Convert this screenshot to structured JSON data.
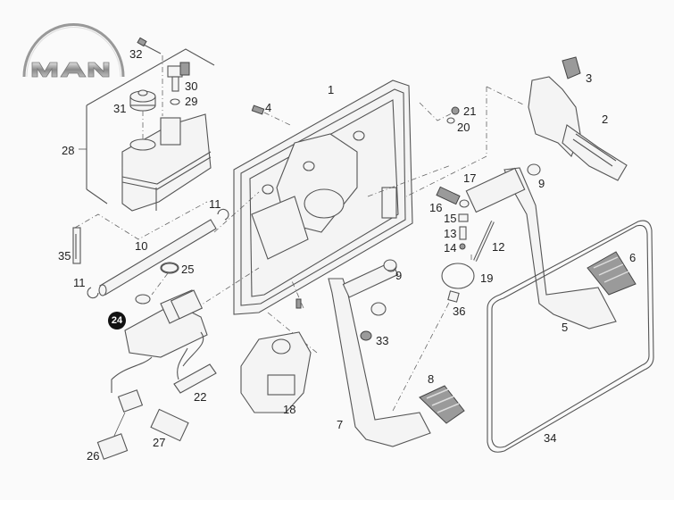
{
  "brand": {
    "logo_text": "MAN"
  },
  "diagram": {
    "title": "Pedal assembly exploded view",
    "highlighted_callout": "24",
    "callouts": {
      "c1": "1",
      "c2": "2",
      "c3": "3",
      "c4": "4",
      "c5": "5",
      "c6": "6",
      "c7": "7",
      "c8": "8",
      "c9a": "9",
      "c9b": "9",
      "c10": "10",
      "c11a": "11",
      "c11b": "11",
      "c12": "12",
      "c13": "13",
      "c14": "14",
      "c15": "15",
      "c16": "16",
      "c17": "17",
      "c18": "18",
      "c19": "19",
      "c20": "20",
      "c21": "21",
      "c22": "22",
      "c24": "24",
      "c25": "25",
      "c26": "26",
      "c27": "27",
      "c28": "28",
      "c29": "29",
      "c30": "30",
      "c31": "31",
      "c32": "32",
      "c33": "33",
      "c34": "34",
      "c35": "35",
      "c36": "36"
    }
  },
  "colors": {
    "background": "#fafafa",
    "line": "#555555",
    "highlight": "#111111"
  }
}
